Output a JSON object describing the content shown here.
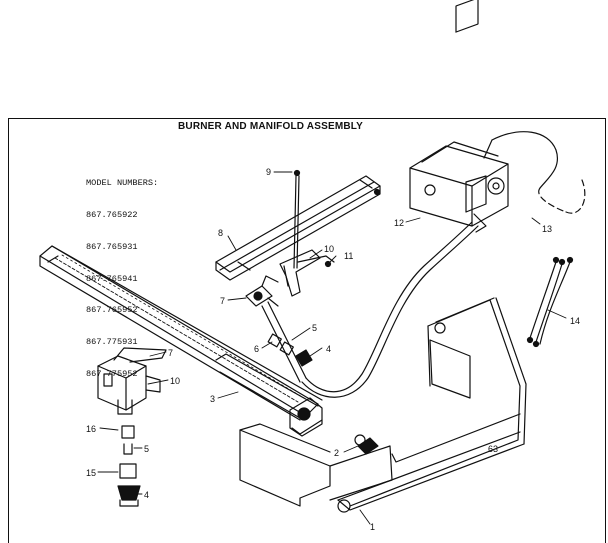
{
  "title": "BURNER AND MANIFOLD ASSEMBLY",
  "models": {
    "heading": "MODEL NUMBERS:",
    "list": [
      "867.765922",
      "867.765931",
      "867.765941",
      "867.765952",
      "867.775931",
      "867.775952"
    ]
  },
  "callouts": {
    "c1": "1",
    "c2": "2",
    "c3": "3",
    "c4a": "4",
    "c4b": "4",
    "c5a": "5",
    "c5b": "5",
    "c6": "6",
    "c7a": "7",
    "c7b": "7",
    "c8": "8",
    "c9": "9",
    "c10a": "10",
    "c10b": "10",
    "c11": "11",
    "c12": "12",
    "c13": "13",
    "c14": "14",
    "c15": "15",
    "c16": "16",
    "c63": "63"
  }
}
